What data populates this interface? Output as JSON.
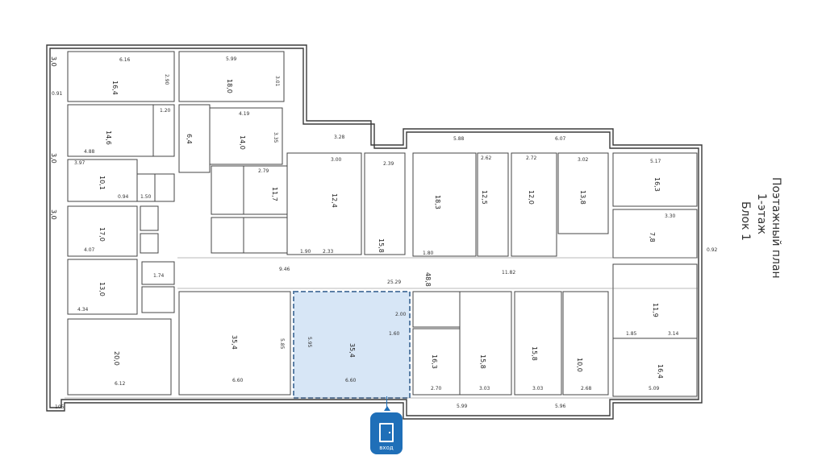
{
  "title": {
    "line1": "Поэтажный план",
    "line2": "1-этаж",
    "line3": "Блок 1"
  },
  "entrance": {
    "label": "вход",
    "icon": "door-icon",
    "color": "#1f6fb8"
  },
  "highlight_color": "#d7e6f6",
  "rooms": {
    "r16_4": "16,4",
    "r18_0": "18,0",
    "r14_6": "14,6",
    "r14_0": "14,0",
    "r11_7": "11,7",
    "r12_4": "12,4",
    "r15_8": "15,8",
    "r18_3": "18,3",
    "r12_5": "12,5",
    "r12_0": "12,0",
    "r13_8": "13,8",
    "r16_3": "16,3",
    "r10_1": "10,1",
    "r17_0": "17,0",
    "r13_0": "13,0",
    "r20_0": "20,0",
    "r35_4": "35,4",
    "r35_4b": "35,4",
    "r48_8": "48,8",
    "r16_3b": "16,3",
    "r15_8b": "15,8",
    "r15_8c": "15,8",
    "r10_0": "10,0",
    "r11_9": "11,9",
    "r16_4b": "16,4",
    "r7_8": "7,8",
    "r6_4": "6,4",
    "r3_0a": "3,0",
    "r3_0b": "3,0",
    "r3_0c": "3,0"
  },
  "dims": {
    "d616": "6.16",
    "d599": "5.99",
    "d290": "2.90",
    "d301": "3.01",
    "d120": "1.20",
    "d419": "4.19",
    "d488": "4.88",
    "d335": "3.35",
    "d397": "3.97",
    "d279": "2.79",
    "d300": "3.00",
    "d239": "2.39",
    "d588": "5.88",
    "d607": "6.07",
    "d517": "5.17",
    "d328": "3.28",
    "d262": "2.62",
    "d272": "2.72",
    "d302": "3.02",
    "d407": "4.07",
    "d434": "4.34",
    "d612": "6.12",
    "d660a": "6.60",
    "d660b": "6.60",
    "d585": "5.85",
    "d595": "5.95",
    "d946": "9.46",
    "d2529": "25.29",
    "d1182": "11.82",
    "d180": "1.80",
    "d160": "1.60",
    "d330": "3.30",
    "d270": "2.70",
    "d303": "3.03",
    "d303b": "3.03",
    "d268": "2.68",
    "d509": "5.09",
    "d599b": "5.99",
    "d596": "5.96",
    "d314": "3.14",
    "d185": "1.85",
    "d200": "2.00",
    "d190": "1.90",
    "d233": "2.33",
    "d094": "0.94",
    "d150": "1.50",
    "d105": "105",
    "d091": "0.91",
    "d092": "0.92",
    "d174": "1.74"
  }
}
